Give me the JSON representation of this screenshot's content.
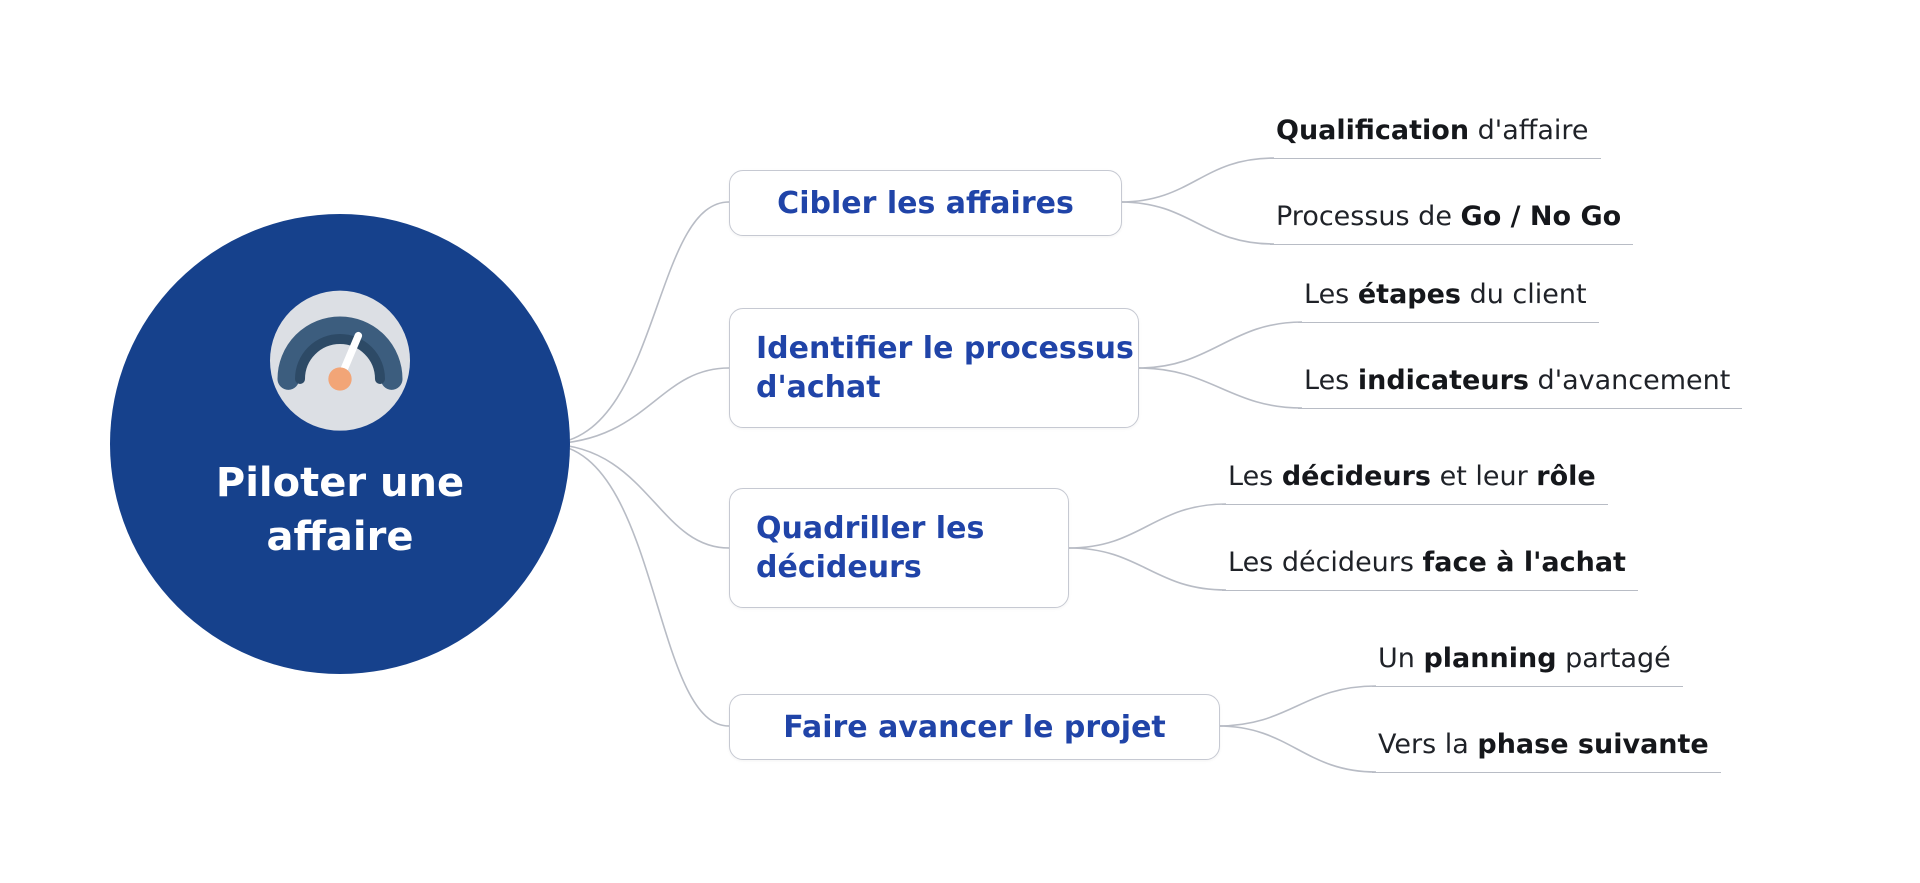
{
  "colors": {
    "central_fill": "#16418c",
    "branch_text": "#2044a8",
    "connector": "#b8bcc5",
    "leaf_text": "#1f2228",
    "gauge_arc": "#3c5d7e",
    "gauge_arc_inner": "#2d4a66",
    "gauge_face": "#dcdfe4",
    "gauge_hub": "#f2a577"
  },
  "central": {
    "title": "Piloter une affaire",
    "icon": "gauge-icon"
  },
  "branches": [
    {
      "label": "Cibler les affaires",
      "leaves": [
        {
          "segments": [
            {
              "text": "Qualification",
              "bold": true
            },
            {
              "text": " d'affaire",
              "bold": false
            }
          ]
        },
        {
          "segments": [
            {
              "text": "Processus de ",
              "bold": false
            },
            {
              "text": "Go / No Go",
              "bold": true
            }
          ]
        }
      ]
    },
    {
      "label": "Identifier le processus d'achat",
      "leaves": [
        {
          "segments": [
            {
              "text": "Les ",
              "bold": false
            },
            {
              "text": "étapes",
              "bold": true
            },
            {
              "text": " du client",
              "bold": false
            }
          ]
        },
        {
          "segments": [
            {
              "text": "Les ",
              "bold": false
            },
            {
              "text": "indicateurs",
              "bold": true
            },
            {
              "text": " d'avancement",
              "bold": false
            }
          ]
        }
      ]
    },
    {
      "label": "Quadriller les décideurs",
      "leaves": [
        {
          "segments": [
            {
              "text": "Les ",
              "bold": false
            },
            {
              "text": "décideurs",
              "bold": true
            },
            {
              "text": " et leur ",
              "bold": false
            },
            {
              "text": "rôle",
              "bold": true
            }
          ]
        },
        {
          "segments": [
            {
              "text": "Les décideurs ",
              "bold": false
            },
            {
              "text": "face à l'achat",
              "bold": true
            }
          ]
        }
      ]
    },
    {
      "label": "Faire avancer le projet",
      "leaves": [
        {
          "segments": [
            {
              "text": "Un ",
              "bold": false
            },
            {
              "text": "planning",
              "bold": true
            },
            {
              "text": " partagé",
              "bold": false
            }
          ]
        },
        {
          "segments": [
            {
              "text": "Vers la ",
              "bold": false
            },
            {
              "text": "phase suivante",
              "bold": true
            }
          ]
        }
      ]
    }
  ]
}
